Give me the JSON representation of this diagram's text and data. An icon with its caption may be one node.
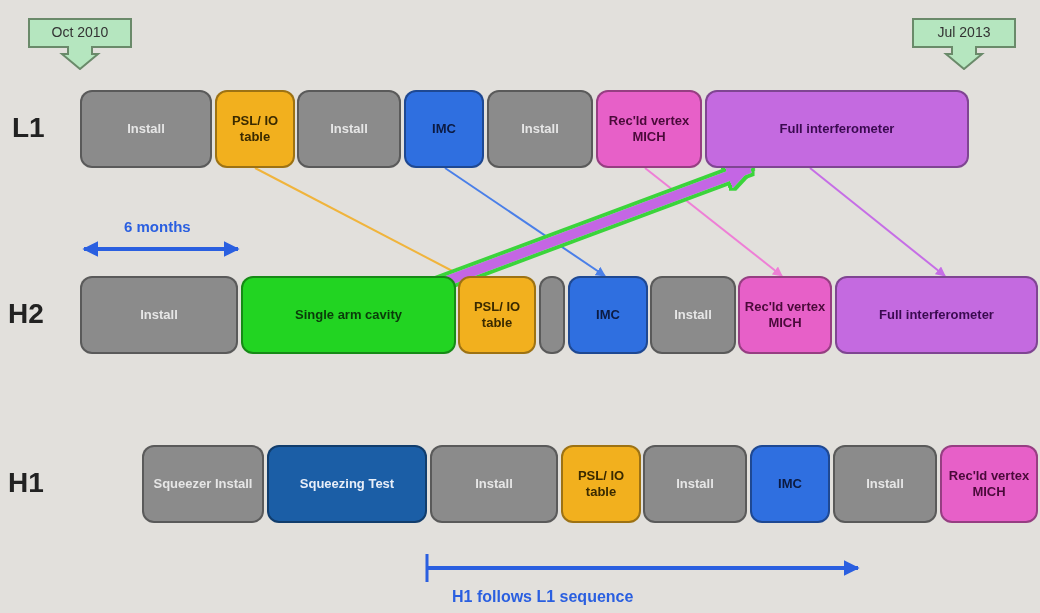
{
  "diagram": {
    "nodes": [
      {
        "text": [
          "Install"
        ]
      },
      {
        "text": [
          "PSL/ IO table"
        ]
      },
      {
        "text": [
          "Install"
        ]
      },
      {
        "text": [
          "IMC"
        ]
      },
      {
        "text": [
          "Install"
        ]
      },
      {
        "text": [
          "Rec'ld vertex MICH"
        ]
      },
      {
        "text": [
          "Full interferometer"
        ]
      },
      {
        "text": [
          "Install"
        ]
      },
      {
        "text": [
          "Single arm cavity"
        ]
      },
      {
        "text": [
          "PSL/ IO table"
        ]
      },
      {
        "text": [],
        "shape": "box"
      },
      {
        "text": [
          "IMC"
        ]
      },
      {
        "text": [
          "Install"
        ]
      },
      {
        "text": [
          "Rec'ld vertex MICH"
        ]
      },
      {
        "text": [
          "Full interferometer"
        ]
      },
      {
        "text": [
          "Squeezer Install"
        ]
      },
      {
        "text": [
          "Squeezing Test"
        ]
      },
      {
        "text": [
          "Install"
        ]
      },
      {
        "text": [
          "PSL/ IO table"
        ]
      },
      {
        "text": [
          "Install"
        ]
      },
      {
        "text": [
          "IMC"
        ]
      },
      {
        "text": [
          "Install"
        ]
      },
      {
        "text": [
          "Rec'ld vertex MICH"
        ]
      }
    ],
    "edges": [
      {
        "from": 1,
        "to": 9,
        "arrow": "to",
        "color": "#f0b43c"
      },
      {
        "from": 3,
        "to": 11,
        "arrow": "to",
        "color": "#4a7fe8"
      },
      {
        "from": 5,
        "to": 13,
        "arrow": "to",
        "color": "#ee7fd6"
      },
      {
        "from": 6,
        "to": 14,
        "arrow": "to",
        "color": "#c66ee6"
      },
      {
        "from": 8,
        "to": 6,
        "arrow": "to",
        "style": "thick",
        "color": "#c466e4"
      }
    ],
    "labels": [
      "Oct 2010",
      "Jul 2013",
      "L1",
      "6 months",
      "H2",
      "H1",
      "H1 follows L1 sequence"
    ]
  }
}
